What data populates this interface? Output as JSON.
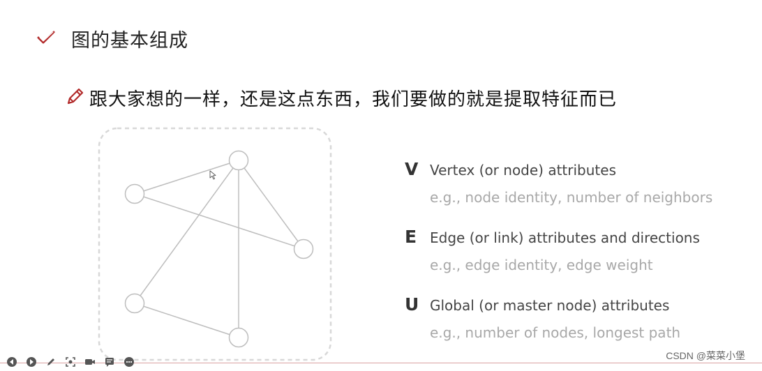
{
  "slide": {
    "title": "图的基本组成",
    "subtitle": "跟大家想的一样，还是这点东西，我们要做的就是提取特征而已"
  },
  "attributes": [
    {
      "letter": "V",
      "label": "Vertex (or node) attributes",
      "example": "e.g., node identity, number of neighbors"
    },
    {
      "letter": "E",
      "label": "Edge (or link) attributes and directions",
      "example": "e.g., edge identity, edge weight"
    },
    {
      "letter": "U",
      "label": "Global (or master node) attributes",
      "example": "e.g., number of nodes, longest path"
    }
  ],
  "graph": {
    "node_count": 5,
    "edge_count": 6
  },
  "toolbar": {
    "icons": [
      "prev-icon",
      "next-icon",
      "pen-icon",
      "screenshot-icon",
      "camera-icon",
      "notes-icon",
      "more-icon"
    ]
  },
  "watermark": "CSDN @菜菜小堡",
  "colors": {
    "title_check": "#b22a2a",
    "pencil": "#b22a2a",
    "graph_stroke": "#bdbdbd",
    "dashed_box": "#d8d8d8",
    "example_text": "#a8a8a8"
  }
}
